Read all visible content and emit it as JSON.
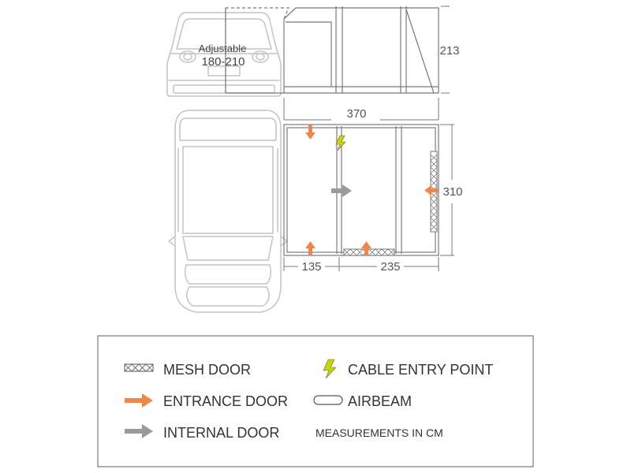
{
  "dimensions": {
    "adjustable_label": "Adjustable",
    "adjustable_value": "180-210",
    "height": "213",
    "total_width": "370",
    "depth": "310",
    "left_section": "135",
    "right_section": "235"
  },
  "legend": {
    "mesh_door": "MESH DOOR",
    "entrance_door": "ENTRANCE DOOR",
    "internal_door": "INTERNAL DOOR",
    "cable_entry": "CABLE ENTRY POINT",
    "airbeam": "AIRBEAM",
    "units_note": "MEASUREMENTS IN CM"
  },
  "colors": {
    "entrance_arrow": "#f0874a",
    "internal_arrow": "#9a9a9a",
    "cable_icon": "#c8d400",
    "line": "#7a7a7a",
    "car_outline": "#c4c4c4"
  }
}
